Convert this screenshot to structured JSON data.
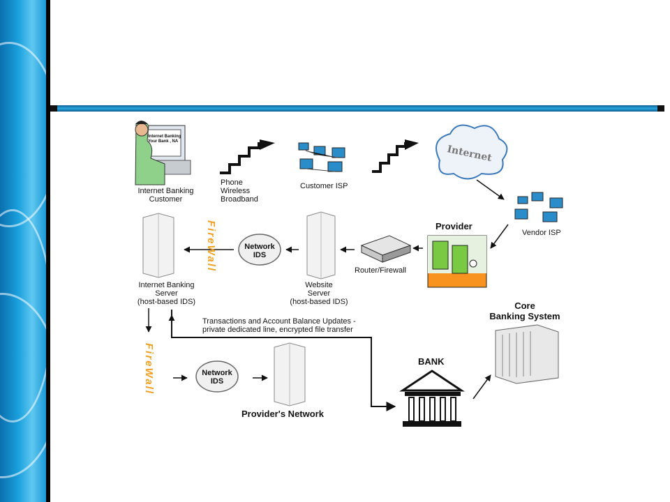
{
  "labels": {
    "customer": "Internet Banking\nCustomer",
    "screen_text": "Internet Banking\nYour Bank , NA",
    "phone": "Phone\n  Wireless\n     Broadband",
    "customer_isp": "Customer ISP",
    "internet": "Internet",
    "vendor_isp": "Vendor ISP",
    "provider": "Provider",
    "router": "Router/Firewall",
    "network_ids": "Network\nIDS",
    "website_server": "Website\nServer\n(host-based IDS)",
    "ib_server": "Internet Banking\nServer\n(host-based IDS)",
    "firewall": "FireWall",
    "transactions": "Transactions and Account Balance Updates -\nprivate dedicated line, encrypted file transfer",
    "core": "Core\nBanking System",
    "bank": "BANK",
    "providers_network": "Provider's Network"
  },
  "colors": {
    "accent_blue": "#1a9ad8",
    "firewall_orange": "#f0a020",
    "provider_green": "#7ac943"
  }
}
